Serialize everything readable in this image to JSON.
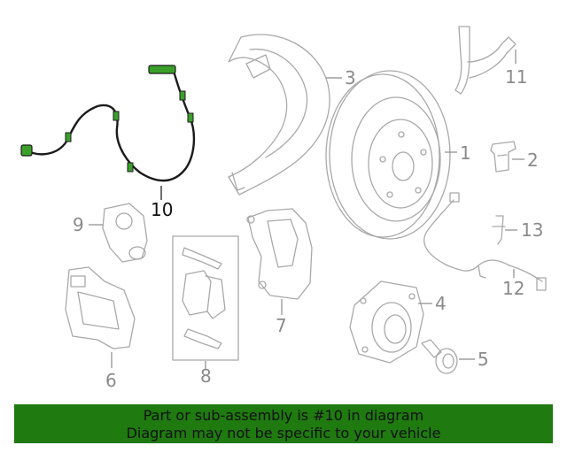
{
  "diagram": {
    "callouts": [
      {
        "id": "1",
        "label": "1"
      },
      {
        "id": "2",
        "label": "2"
      },
      {
        "id": "3",
        "label": "3"
      },
      {
        "id": "4",
        "label": "4"
      },
      {
        "id": "5",
        "label": "5"
      },
      {
        "id": "6",
        "label": "6"
      },
      {
        "id": "7",
        "label": "7"
      },
      {
        "id": "8",
        "label": "8"
      },
      {
        "id": "9",
        "label": "9"
      },
      {
        "id": "10",
        "label": "10"
      },
      {
        "id": "11",
        "label": "11"
      },
      {
        "id": "12",
        "label": "12"
      },
      {
        "id": "13",
        "label": "13"
      }
    ],
    "highlight_part": "10",
    "colors": {
      "part_line": "#a9a9a9",
      "label": "#8a8a8a",
      "highlight_wire": "#1b1b1b",
      "highlight_accent": "#3aa02a",
      "banner_bg": "#1f7a10"
    }
  },
  "banner": {
    "line1": "Part or sub-assembly is #10 in diagram",
    "line2": "Diagram may not be specific to your vehicle"
  }
}
